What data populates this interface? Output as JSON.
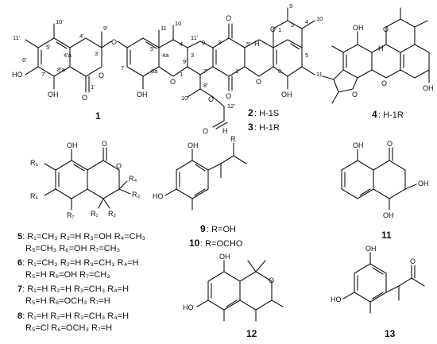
{
  "compounds": {
    "c1": {
      "id": "1"
    },
    "c2": {
      "id": "2",
      "note": ": H-1S"
    },
    "c3": {
      "id": "3",
      "note": ": H-1R"
    },
    "c4": {
      "id": "4",
      "note": ": H-1R"
    },
    "c9": {
      "id": "9",
      "note": ": R=OH"
    },
    "c10": {
      "id": "10",
      "note": ": R=OCHO"
    },
    "c11": {
      "id": "11"
    },
    "c12": {
      "id": "12"
    },
    "c13": {
      "id": "13"
    }
  },
  "series": {
    "c5": {
      "id": "5",
      "line1": ": R₁=CH₃ R₂=H R₃=OH R₄=CH₃",
      "line2": "R₅=CH₃ R₆=OH R₇=CH₃"
    },
    "c6": {
      "id": "6",
      "line1": ": R₁=CH₃ R₂=H R₃=CH₃ R₄=H",
      "line2": "R₅=H R₆=OH R₇=CH₃"
    },
    "c7": {
      "id": "7",
      "line1": ": R₁=H R₂=H R₃=CH₃ R₄=H",
      "line2": "R₅=H R₆=OCH₃ R₇=H"
    },
    "c8": {
      "id": "8",
      "line1": ": R₁=H R₂=H R₃=CH₃ R₄=H",
      "line2": "R₅=Cl R₆=OCH₃ R₇=H"
    }
  },
  "atoms": {
    "oh": "OH",
    "ho": "HO",
    "o": "O",
    "h": "H",
    "r": "R",
    "r1": "R₁",
    "r2": "R₂",
    "r3": "R₃",
    "r4": "R₄",
    "r5": "R₅",
    "r6": "R₆",
    "r7": "R₇"
  },
  "locants": {
    "n10p": "10'",
    "n9p": "9'",
    "n4p": "4'",
    "n5p": "5'",
    "n4ap": "4'a",
    "n3p": "3'",
    "n6p": "6'",
    "n7p": "7'",
    "n8ap": "8'a",
    "n1p": "1'",
    "n11p": "11'",
    "n8p": "8'",
    "n12p": "12'",
    "n1": "1",
    "n3": "3",
    "n4": "4",
    "n4a": "4a",
    "n5": "5",
    "n7": "7",
    "n8": "8",
    "n8a": "8a",
    "n9": "9",
    "n10": "10",
    "n11": "11",
    "n5pp": "5'"
  }
}
